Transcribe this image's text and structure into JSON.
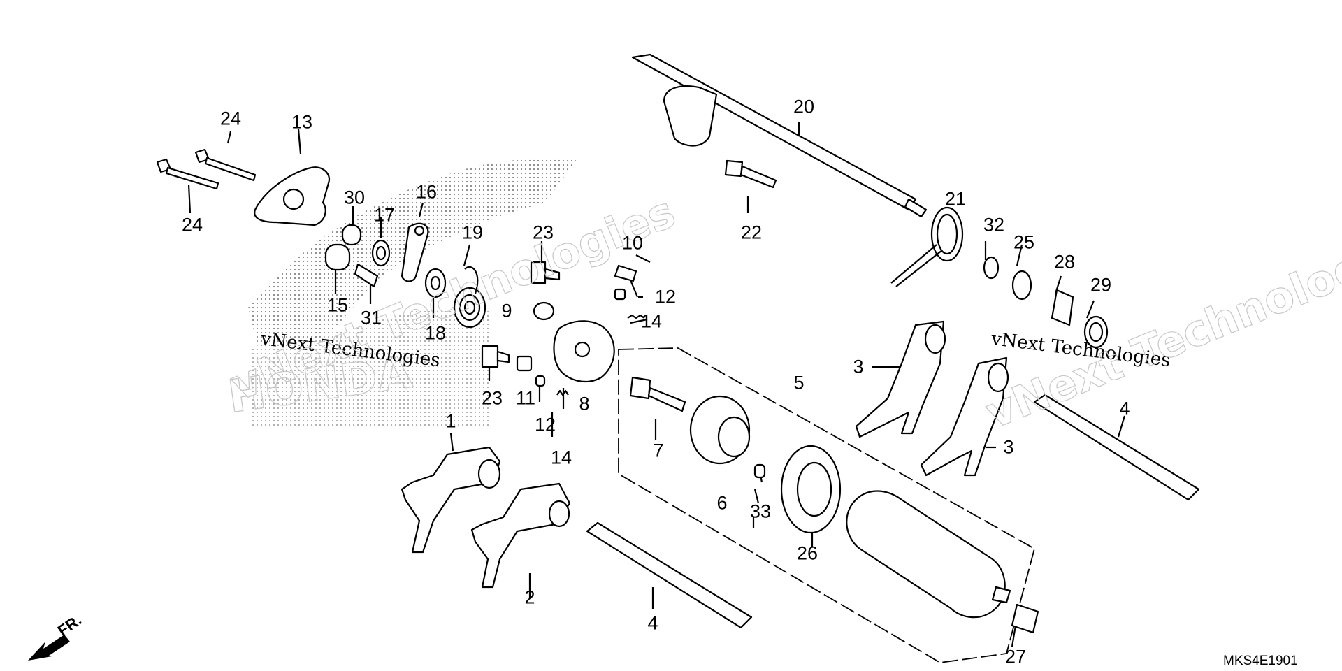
{
  "diagram_code": "MKS4E1901",
  "direction_label": "FR.",
  "watermark": {
    "text": "vNext Technologies",
    "ghost_brand": "HONDA"
  },
  "callouts": [
    "1",
    "2",
    "3",
    "3",
    "4",
    "4",
    "5",
    "6",
    "7",
    "8",
    "9",
    "10",
    "11",
    "12",
    "12",
    "13",
    "14",
    "14",
    "15",
    "16",
    "17",
    "18",
    "19",
    "20",
    "21",
    "22",
    "23",
    "23",
    "24",
    "24",
    "25",
    "26",
    "27",
    "28",
    "29",
    "30",
    "31",
    "32",
    "33"
  ]
}
